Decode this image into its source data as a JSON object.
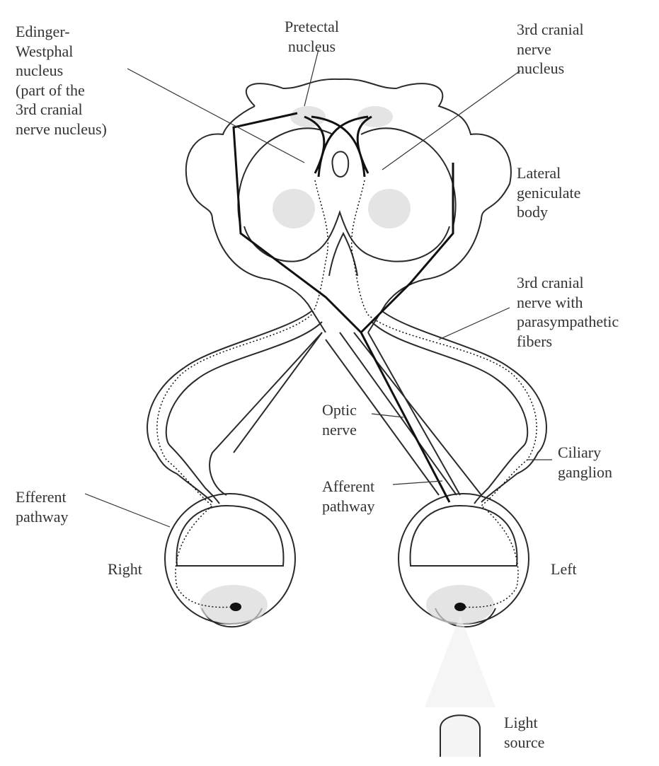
{
  "labels": {
    "pretectal": [
      "Pretectal",
      "nucleus"
    ],
    "third_nucleus": [
      "3rd cranial",
      "nerve",
      "nucleus"
    ],
    "edinger": [
      "Edinger-",
      "Westphal",
      "nucleus",
      "(part of the",
      "3rd cranial",
      "nerve nucleus)"
    ],
    "lgb": [
      "Lateral",
      "geniculate",
      "body"
    ],
    "third_nerve": [
      "3rd cranial",
      "nerve with",
      "parasympathetic",
      "fibers"
    ],
    "optic": [
      "Optic",
      "nerve"
    ],
    "ciliary": [
      "Ciliary",
      "ganglion"
    ],
    "efferent": [
      "Efferent",
      "pathway"
    ],
    "afferent": [
      "Afferent",
      "pathway"
    ],
    "right": "Right",
    "left": "Left",
    "light": [
      "Light",
      "source"
    ]
  },
  "colors": {
    "line": "#2a2a2a",
    "text": "#333333",
    "shade": "#d9d9d9"
  }
}
